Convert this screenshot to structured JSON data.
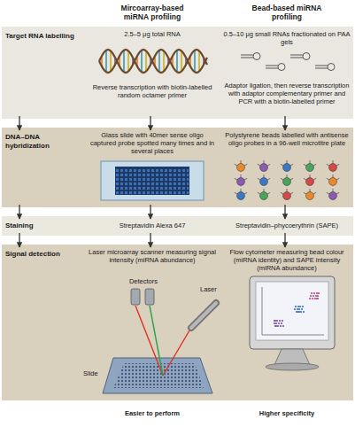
{
  "diagram": {
    "nodes": [
      {
        "text": [
          "Target RNA labelling",
          "2.5–5 μg total RNA",
          "Reverse transcription with biotin-labelled random octamer primer",
          "0.5–10 μg small RNAs fractionated on PAA gels",
          "Adaptor ligation, then reverse transcription with adaptor complementary primer and PCR with a biotin-labelled primer"
        ]
      },
      {
        "text": [
          "DNA–DNA hybridization",
          "Glass slide with 40mer sense oligo captured probe spotted many times and in several places",
          "Polystyrene beads labelled with antisense oligo probes in a 96-well microtitre plate"
        ]
      },
      {
        "text": [
          "Staining",
          "Streptavidin Alexa 647",
          "Streptavidin–phycoerythrin (SAPE)"
        ]
      },
      {
        "text": [
          "Signal detection",
          "Laser microarray scanner measuring signal intensity (miRNA abundance)",
          "Flow cytometer measuring bead colour (miRNA identity) and SAPE intensity (miRNA abundance)"
        ]
      }
    ],
    "edges": [
      {
        "from": 0,
        "to": 1,
        "arrow": "to"
      },
      {
        "from": 0,
        "to": 1,
        "arrow": "to"
      },
      {
        "from": 0,
        "to": 1,
        "arrow": "to"
      },
      {
        "from": 1,
        "to": 2,
        "arrow": "to"
      },
      {
        "from": 1,
        "to": 2,
        "arrow": "to"
      },
      {
        "from": 1,
        "to": 2,
        "arrow": "to"
      },
      {
        "from": 2,
        "to": 3,
        "arrow": "to"
      },
      {
        "from": 2,
        "to": 3,
        "arrow": "to"
      },
      {
        "from": 2,
        "to": 3,
        "arrow": "to"
      }
    ],
    "labels": [
      "Mircoarray-based miRNA profiling",
      "Bead-based miRNA profiling",
      "Detectors",
      "Laser",
      "Slide",
      "Easier to perform",
      "Higher specificity"
    ]
  }
}
